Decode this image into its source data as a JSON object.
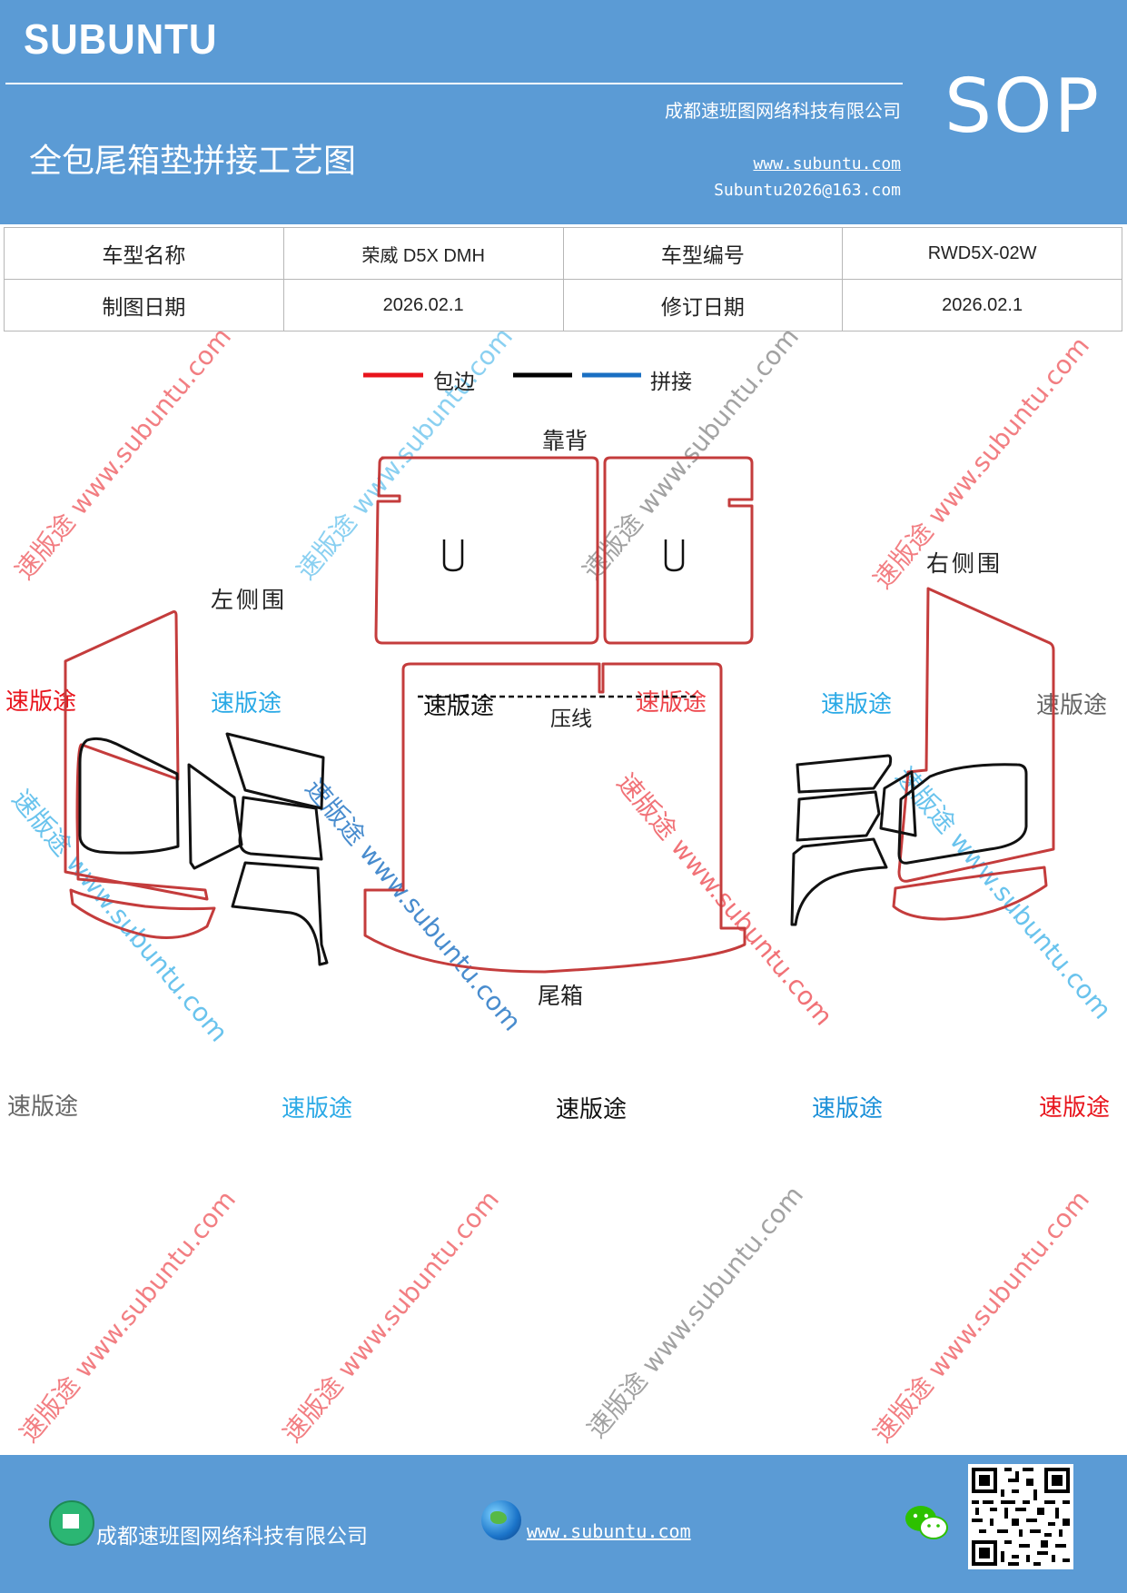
{
  "header": {
    "brand": "SUBUNTU",
    "company": "成都速班图网络科技有限公司",
    "website": "www.subuntu.com",
    "email": "Subuntu2026@163.com",
    "title": "全包尾箱垫拼接工艺图",
    "badge": "SOP"
  },
  "info": {
    "model_name_label": "车型名称",
    "model_name_value": "荣威 D5X DMH",
    "model_code_label": "车型编号",
    "model_code_value": "RWD5X-02W",
    "draw_date_label": "制图日期",
    "draw_date_value": "2026.02.1",
    "revise_date_label": "修订日期",
    "revise_date_value": "2026.02.1"
  },
  "legend": {
    "wrap_label": "包边",
    "join_label": "拼接",
    "wrap_color": "#e8141c",
    "black_color": "#000000",
    "join_color": "#1a6fc2"
  },
  "parts": {
    "backrest": "靠背",
    "left_side": "左侧围",
    "right_side": "右侧围",
    "crease": "压线",
    "trunk": "尾箱"
  },
  "watermarks": {
    "brand_cn": "速版途",
    "url": "www.subuntu.com"
  },
  "colors": {
    "header_blue": "#5b9bd5",
    "outline_red": "#c0392b",
    "watermark_red": "#e8141c",
    "watermark_blue": "#2aa9e6",
    "watermark_gray": "#666666"
  },
  "footer": {
    "company": "成都速班图网络科技有限公司",
    "website": "www.subuntu.com",
    "icons": [
      "home-icon",
      "globe-icon",
      "wechat-icon",
      "qr-code"
    ]
  }
}
